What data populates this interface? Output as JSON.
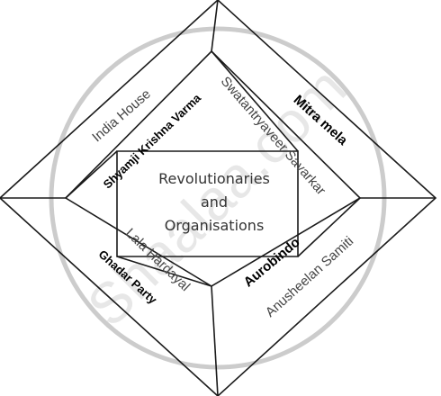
{
  "center": {
    "line1": "Revolutionaries",
    "line2": "and",
    "line3": "Organisations"
  },
  "inner_labels": {
    "top_left": "Shyamji Krishna Varma",
    "top_right": "Swatantryaveer Savarkar",
    "bottom_left": "Lala Hardayal",
    "bottom_right": "Aurobindo"
  },
  "outer_labels": {
    "top_left": "India House",
    "top_right": "Mitra mela",
    "bottom_left": "Ghadar Party",
    "bottom_right": "Anusheelan Samiti"
  },
  "watermark": {
    "text": "Shaalaa.com"
  }
}
